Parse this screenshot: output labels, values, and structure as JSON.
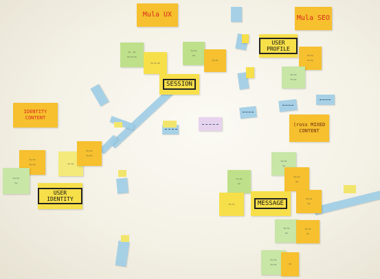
{
  "notes": {
    "mule_ux": "Mula UX",
    "mule_seo": "Mula SEO",
    "user_profile": "USER PROFILE",
    "session": "SESSION",
    "identity_content": "IDENTITY CONTENT",
    "user_identity": "USER IDENTITY",
    "cross_mixed_content": "(ross MIXED CONTENT",
    "message": "MESSAGE"
  },
  "colors": {
    "note_yellow": "#f7df4a",
    "note_orange": "#f6c02e",
    "note_green": "#bfe08a",
    "tape_blue": "#9dcce4",
    "title_red": "#d62a1e"
  }
}
